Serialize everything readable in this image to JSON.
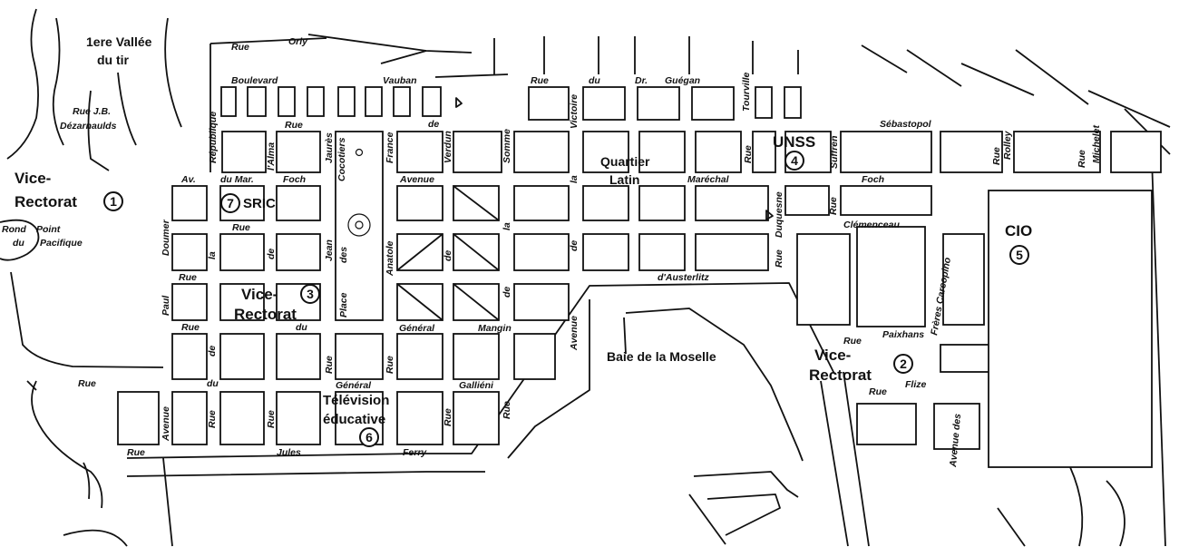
{
  "title": "",
  "places": {
    "vallee_l1": "1ere Vallée",
    "vallee_l2": "du tir",
    "dezarnaulds_l1": "Rue J.B.",
    "dezarnaulds_l2": "Dézarnaulds",
    "vr1_l1": "Vice-",
    "vr1_l2": "Rectorat",
    "vr1_num": "1",
    "rond_l1": "Rond",
    "rond_l2": "du",
    "rond_l3": "Point",
    "rond_l4": "Pacifique",
    "sric": "SRIC",
    "sric_num": "7",
    "vr3_l1": "Vice-",
    "vr3_l2": "Rectorat",
    "vr3_num": "3",
    "quartier_l1": "Quartier",
    "quartier_l2": "Latin",
    "unss": "UNSS",
    "unss_num": "4",
    "cio": "CIO",
    "cio_num": "5",
    "baie": "Baie de la Moselle",
    "vr2_l1": "Vice-",
    "vr2_l2": "Rectorat",
    "vr2_num": "2",
    "tele_l1": "Télévision",
    "tele_l2": "éducative",
    "tele_num": "6"
  },
  "streets": {
    "rue_orly_1": "Rue",
    "rue_orly_2": "Orly",
    "boulevard": "Boulevard",
    "vauban": "Vauban",
    "rue_dr_1": "Rue",
    "rue_dr_2": "du",
    "rue_dr_3": "Dr.",
    "rue_dr_4": "Guégan",
    "tourville": "Tourville",
    "republique": "République",
    "rue_alma_rue": "Rue",
    "lalma": "l'Alma",
    "de_verdun": "de",
    "jaures": "Jaurès",
    "cocotiers": "Cocotiers",
    "france": "France",
    "verdun": "Verdun",
    "somme": "Somme",
    "victoire": "Victoire",
    "sebastopol": "Sébastopol",
    "suffren": "Suffren",
    "rue_suffren": "Rue",
    "rolley_rue": "Rue",
    "rolley": "Rolley",
    "michelet_rue": "Rue",
    "michelet": "Michelet",
    "av": "Av.",
    "du_mar": "du Mar.",
    "foch": "Foch",
    "avenue_foch": "Avenue",
    "la_1": "la",
    "marechal": "Maréchal",
    "foch_2": "Foch",
    "duquesne": "Duquesne",
    "rue_cl": "Rue",
    "clemenceau": "Clémenceau",
    "doumer": "Doumer",
    "rue_jean": "Rue",
    "la_2": "la",
    "de_jean": "de",
    "jean": "Jean",
    "des": "des",
    "anatole": "Anatole",
    "de_2": "de",
    "la_3": "la",
    "de_3": "de",
    "rue_duq": "Rue",
    "austerlitz": "d'Austerlitz",
    "freres_carcopino": "Frères Carcopino",
    "rue_paul": "Rue",
    "paul": "Paul",
    "place": "Place",
    "de_4": "de",
    "rue_du": "Rue",
    "du_1": "du",
    "general_1": "Général",
    "mangin": "Mangin",
    "avenue_v": "Avenue",
    "de_5": "de",
    "rue_v1": "Rue",
    "rue_v2": "Rue",
    "rue_pa": "Rue",
    "paixhans": "Paixhans",
    "rue_fl": "Rue",
    "flize": "Flize",
    "avenue_des": "Avenue des",
    "rue_w": "Rue",
    "du_2": "du",
    "general_2": "Général",
    "gallieni": "Galliéni",
    "avenue_w": "Avenue",
    "rue_s1": "Rue",
    "rue_s2": "Rue",
    "rue_s3": "Rue",
    "rue_s4": "Rue",
    "rue_jf": "Rue",
    "jules": "Jules",
    "ferry": "Ferry"
  }
}
